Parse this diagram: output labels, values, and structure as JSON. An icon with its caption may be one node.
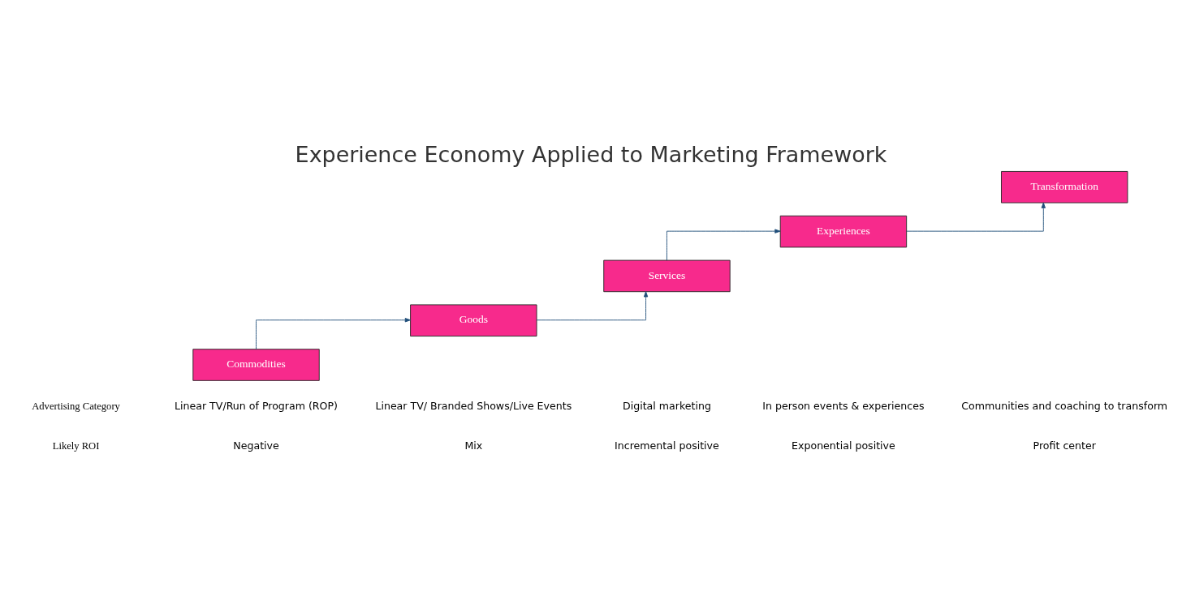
{
  "diagram": {
    "title": "Experience Economy Applied to Marketing Framework",
    "nodes": [
      {
        "text": [
          "Commodities"
        ]
      },
      {
        "text": [
          "Goods"
        ]
      },
      {
        "text": [
          "Services"
        ]
      },
      {
        "text": [
          "Experiences"
        ]
      },
      {
        "text": [
          "Transformation"
        ]
      }
    ],
    "edges": [
      {
        "from": 0,
        "to": 1,
        "arrow": "to"
      },
      {
        "from": 1,
        "to": 2,
        "arrow": "to"
      },
      {
        "from": 2,
        "to": 3,
        "arrow": "to"
      },
      {
        "from": 3,
        "to": 4,
        "arrow": "to"
      }
    ],
    "labels": [
      "Advertising Category",
      "Linear TV/Run of Program (ROP)",
      "Linear TV/ Branded Shows/Live Events",
      "Digital marketing",
      "In person events & experiences",
      "Communities and coaching to transform",
      "Likely ROI",
      "Negative",
      "Mix",
      "Incremental positive",
      "Exponential positive",
      "Profit center"
    ]
  }
}
